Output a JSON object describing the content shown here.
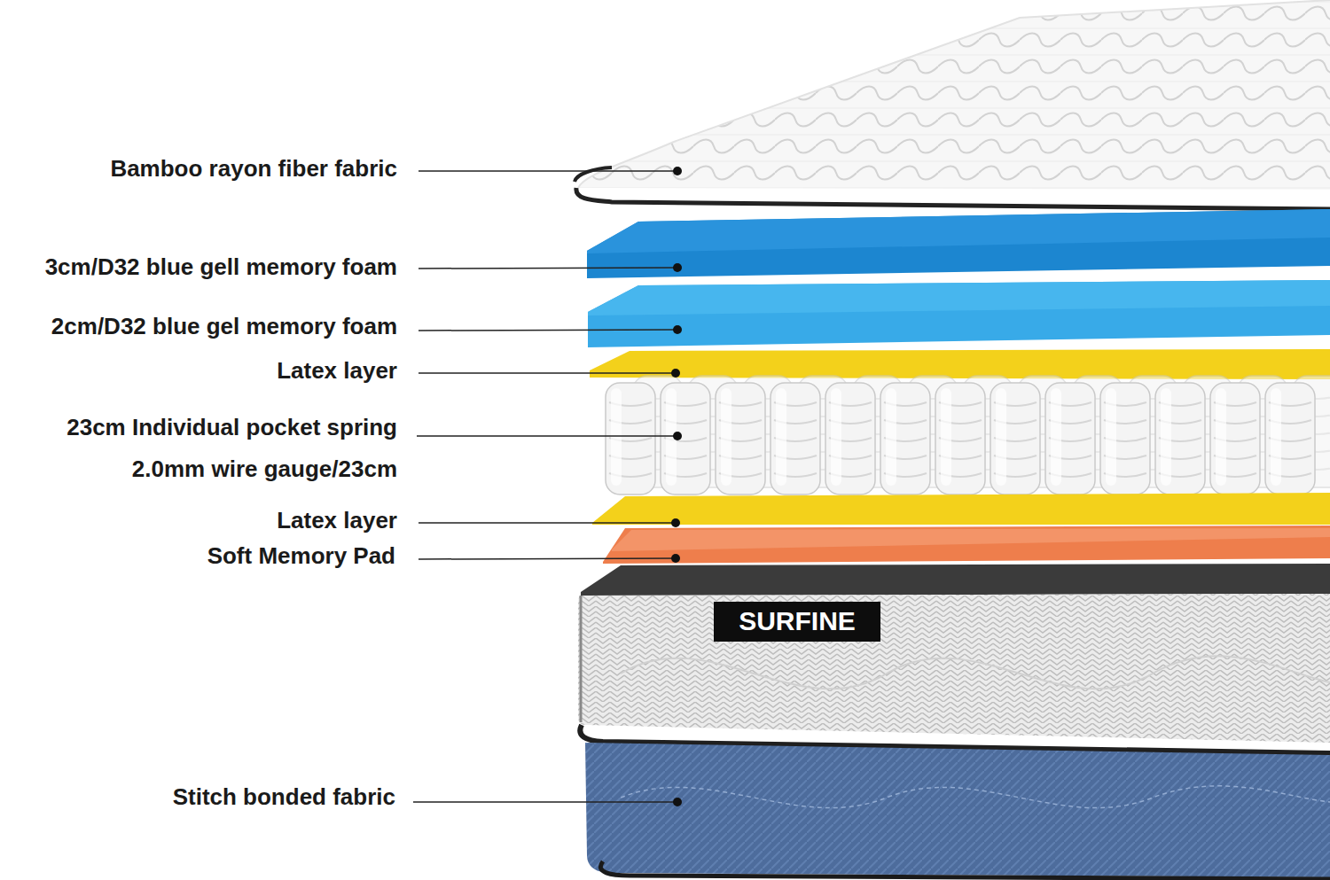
{
  "diagram": {
    "labels": [
      "Bamboo rayon fiber fabric",
      "3cm/D32 blue gell memory foam",
      "2cm/D32 blue gel memory foam",
      "Latex layer",
      "23cm Individual pocket spring",
      "2.0mm wire gauge/23cm",
      "Latex layer",
      "Soft Memory Pad",
      "SURFINE",
      "Stitch bonded fabric"
    ]
  }
}
